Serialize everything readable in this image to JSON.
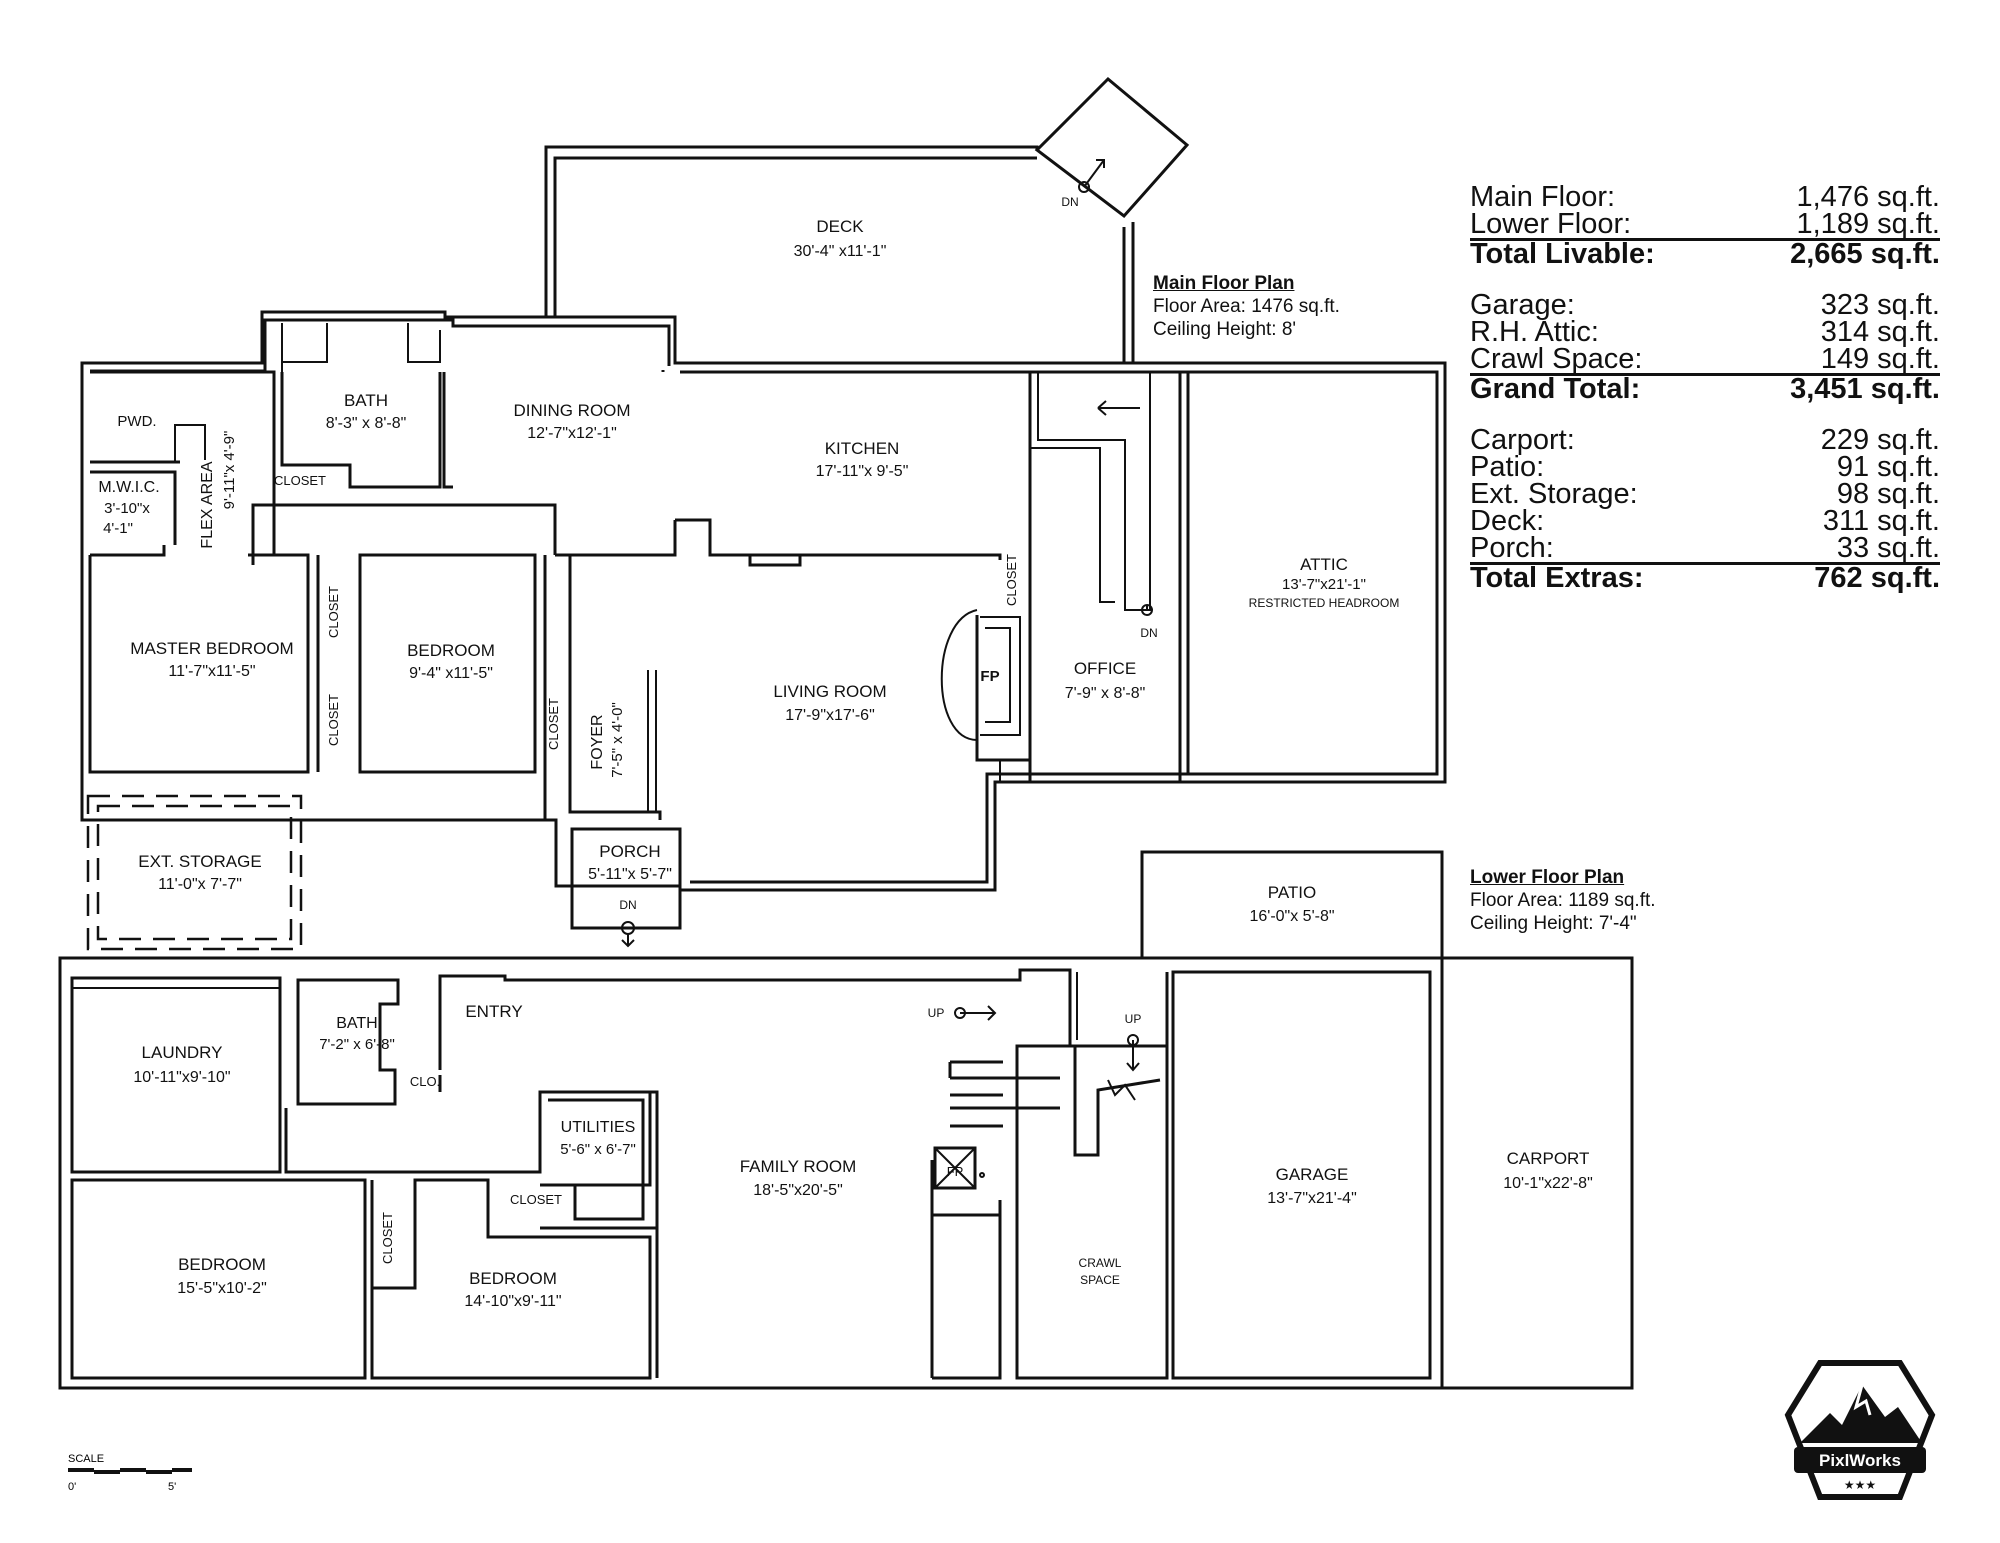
{
  "areas": {
    "livable": [
      {
        "label": "Main Floor:",
        "value": "1,476 sq.ft."
      },
      {
        "label": "Lower Floor:",
        "value": "1,189 sq.ft."
      }
    ],
    "livable_total": {
      "label": "Total Livable:",
      "value": "2,665 sq.ft."
    },
    "additional": [
      {
        "label": "Garage:",
        "value": "323 sq.ft."
      },
      {
        "label": "R.H. Attic:",
        "value": "314 sq.ft."
      },
      {
        "label": "Crawl Space:",
        "value": "149 sq.ft."
      }
    ],
    "grand_total": {
      "label": "Grand Total:",
      "value": "3,451 sq.ft."
    },
    "extras": [
      {
        "label": "Carport:",
        "value": "229 sq.ft."
      },
      {
        "label": "Patio:",
        "value": "91 sq.ft."
      },
      {
        "label": "Ext. Storage:",
        "value": "98 sq.ft."
      },
      {
        "label": "Deck:",
        "value": "311 sq.ft."
      },
      {
        "label": "Porch:",
        "value": "33 sq.ft."
      }
    ],
    "extras_total": {
      "label": "Total Extras:",
      "value": "762 sq.ft."
    }
  },
  "main_floor": {
    "title": "Main Floor Plan",
    "floor_area": "Floor Area: 1476 sq.ft.",
    "ceiling": "Ceiling Height: 8'"
  },
  "lower_floor": {
    "title": "Lower Floor Plan",
    "floor_area": "Floor Area: 1189 sq.ft.",
    "ceiling": "Ceiling Height: 7'-4\""
  },
  "rooms": {
    "deck": {
      "name": "DECK",
      "dim": "30'-4\" x11'-1\""
    },
    "dining": {
      "name": "DINING ROOM",
      "dim": "12'-7\"x12'-1\""
    },
    "kitchen": {
      "name": "KITCHEN",
      "dim": "17'-11\"x 9'-5\""
    },
    "bath_main": {
      "name": "BATH",
      "dim": "8'-3\" x 8'-8\""
    },
    "pwd": {
      "name": "PWD."
    },
    "flex": {
      "name": "FLEX AREA",
      "dim": "9'-11\"x 4'-9\""
    },
    "mwic": {
      "name": "M.W.I.C.",
      "dim1": "3'-10\"x",
      "dim2": "4'-1\""
    },
    "master": {
      "name": "MASTER BEDROOM",
      "dim": "11'-7\"x11'-5\""
    },
    "bedroom_main": {
      "name": "BEDROOM",
      "dim": "9'-4\" x11'-5\""
    },
    "foyer": {
      "name": "FOYER",
      "dim": "7'-5\" x 4'-0\""
    },
    "living": {
      "name": "LIVING ROOM",
      "dim": "17'-9\"x17'-6\""
    },
    "office": {
      "name": "OFFICE",
      "dim": "7'-9\" x 8'-8\""
    },
    "attic": {
      "name": "ATTIC",
      "dim": "13'-7\"x21'-1\"",
      "note": "RESTRICTED HEADROOM"
    },
    "porch": {
      "name": "PORCH",
      "dim": "5'-11\"x 5'-7\""
    },
    "ext_storage": {
      "name": "EXT. STORAGE",
      "dim": "11'-0\"x 7'-7\""
    },
    "patio": {
      "name": "PATIO",
      "dim": "16'-0\"x 5'-8\""
    },
    "laundry": {
      "name": "LAUNDRY",
      "dim": "10'-11\"x9'-10\""
    },
    "bath_lower": {
      "name": "BATH",
      "dim": "7'-2\" x 6'-8\""
    },
    "entry": {
      "name": "ENTRY"
    },
    "utilities": {
      "name": "UTILITIES",
      "dim": "5'-6\" x 6'-7\""
    },
    "family": {
      "name": "FAMILY ROOM",
      "dim": "18'-5\"x20'-5\""
    },
    "bedroom_lower1": {
      "name": "BEDROOM",
      "dim": "15'-5\"x10'-2\""
    },
    "bedroom_lower2": {
      "name": "BEDROOM",
      "dim": "14'-10\"x9'-11\""
    },
    "crawl": {
      "name1": "CRAWL",
      "name2": "SPACE"
    },
    "garage": {
      "name": "GARAGE",
      "dim": "13'-7\"x21'-4\""
    },
    "carport": {
      "name": "CARPORT",
      "dim": "10'-1\"x22'-8\""
    }
  },
  "labels": {
    "closet": "CLOSET",
    "clo": "CLO.",
    "dn": "DN",
    "up": "UP",
    "fp": "FP",
    "fp_lower": "FP"
  },
  "scale": {
    "title": "SCALE",
    "min": "0'",
    "max": "5'"
  },
  "logo": {
    "text": "PixlWorks",
    "stars": "★★★"
  }
}
